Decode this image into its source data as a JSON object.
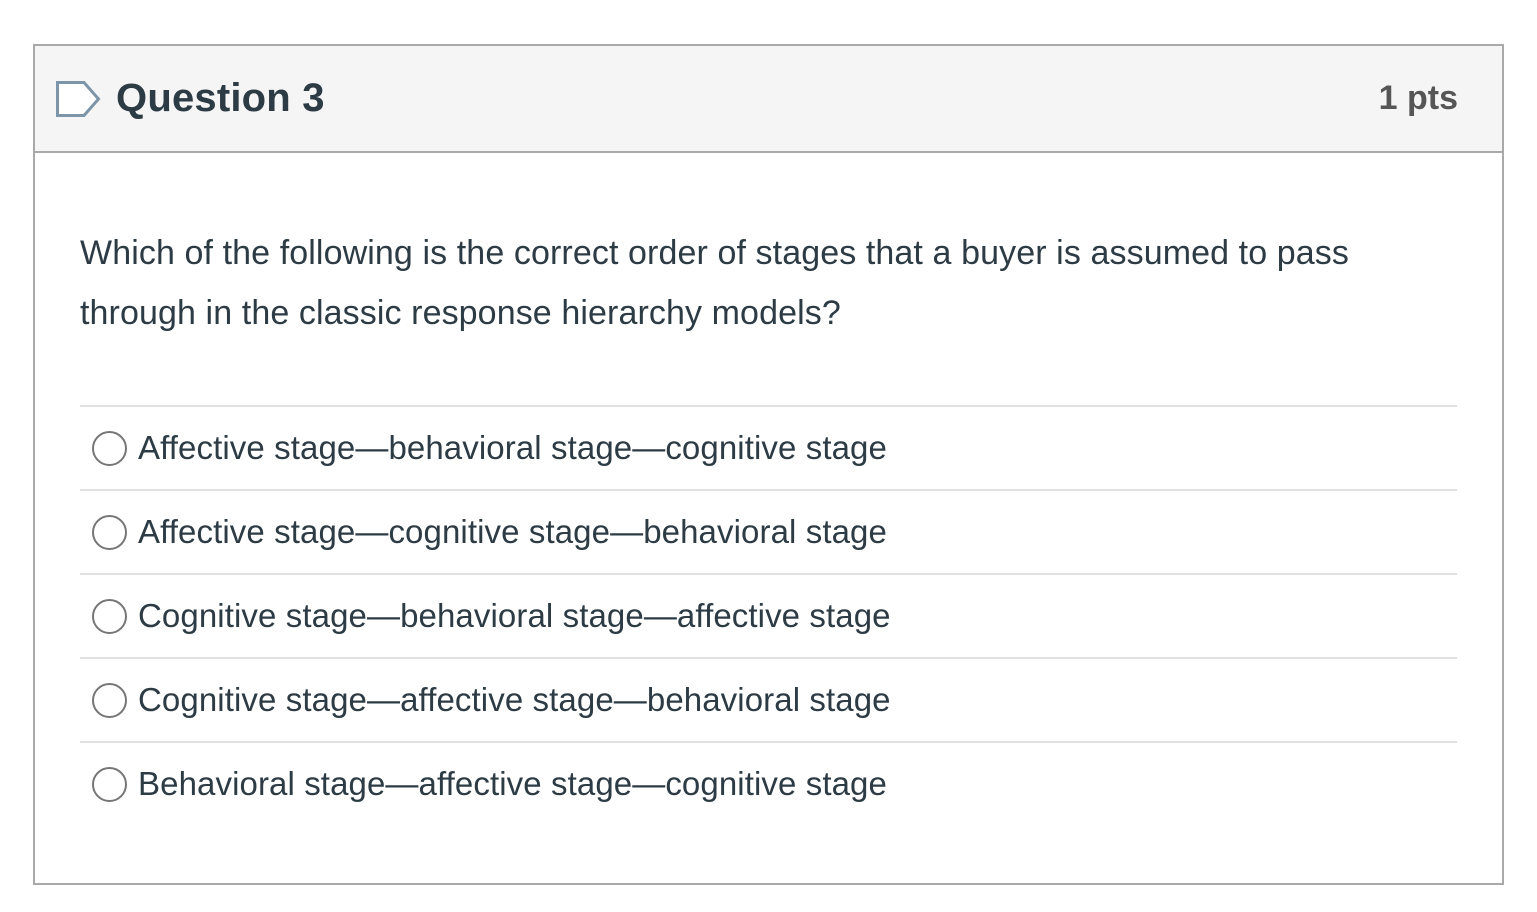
{
  "header": {
    "title": "Question 3",
    "points": "1 pts",
    "marker_icon": "question-marker-tag"
  },
  "body": {
    "text": "Which of the following is the correct order of stages that a buyer is assumed to pass through in the classic response hierarchy models?",
    "options": [
      {
        "label": "Affective stage—behavioral stage—cognitive stage",
        "selected": false
      },
      {
        "label": "Affective stage—cognitive stage—behavioral stage",
        "selected": false
      },
      {
        "label": "Cognitive stage—behavioral stage—affective stage",
        "selected": false
      },
      {
        "label": "Cognitive stage—affective stage—behavioral stage",
        "selected": false
      },
      {
        "label": "Behavioral stage—affective stage—cognitive stage",
        "selected": false
      }
    ]
  },
  "colors": {
    "card_border": "#a9a9a9",
    "header_bg": "#f5f5f5",
    "divider": "#e0e0e0",
    "text": "#2d3b45",
    "points_text": "#565656",
    "radio_border": "#767676",
    "icon_stroke": "#7d95a8",
    "icon_fill": "#ffffff"
  }
}
